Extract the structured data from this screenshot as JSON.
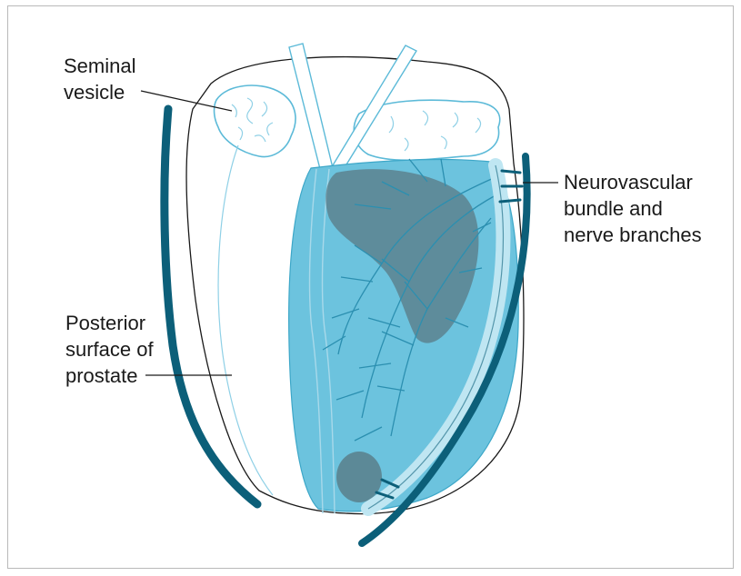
{
  "labels": {
    "seminal_vesicle": [
      "Seminal",
      "vesicle"
    ],
    "neurovascular": [
      "Neurovascular",
      "bundle and",
      "nerve branches"
    ],
    "posterior": [
      "Posterior",
      "surface of",
      "prostate"
    ]
  },
  "colors": {
    "capsule_fill": "#6cc3de",
    "dark_teal": "#0c5f79",
    "zone_gray": "#597a84",
    "vesicle_line": "#5cbad8",
    "outline": "#1a1a1a"
  }
}
